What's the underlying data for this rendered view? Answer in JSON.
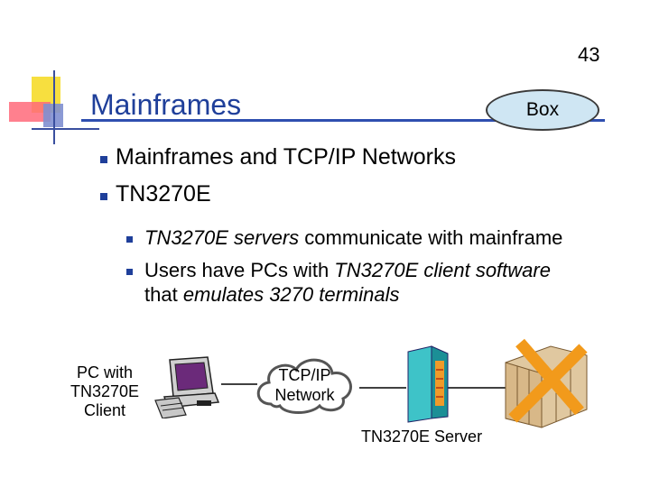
{
  "slide": {
    "page_number": "43",
    "title": "Mainframes",
    "box_label": "Box",
    "bullets": [
      {
        "text": "Mainframes and TCP/IP Networks"
      },
      {
        "text": "TN3270E"
      }
    ],
    "sub_bullets": [
      {
        "italic_lead": "TN3270E servers",
        "rest": " communicate with mainframe"
      },
      {
        "lead": "Users have PCs with ",
        "italic1": "TN3270E client software",
        "line2_lead": "that ",
        "italic2": "emulates 3270 terminals"
      }
    ]
  },
  "diagram": {
    "pc_caption_1": "PC with",
    "pc_caption_2": "TN3270E",
    "pc_caption_3": "Client",
    "network_1": "TCP/IP",
    "network_2": "Network",
    "server_caption": "TN3270E Server",
    "icons": [
      "pc-terminal-icon",
      "cloud-icon",
      "server-tower-icon",
      "mainframe-icon"
    ]
  },
  "colors": {
    "title": "#1f3f9a",
    "bullet": "#1f3f9a",
    "box_fill": "#cfe6f3",
    "mainframe_x": "#f29a1b"
  }
}
